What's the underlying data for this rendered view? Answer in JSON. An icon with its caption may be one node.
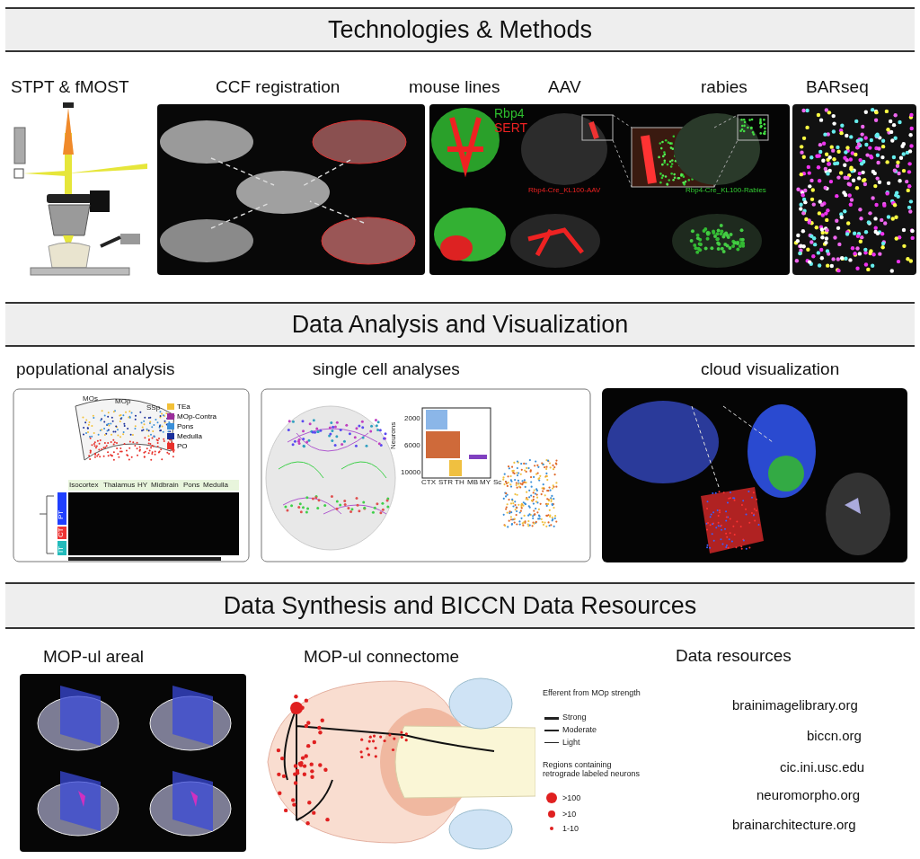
{
  "diagram": {
    "nodes": [
      {
        "text": [
          "Technologies & Methods"
        ]
      },
      {
        "text": [
          "STPT & fMOST"
        ]
      },
      {
        "text": [
          "CCF registration"
        ]
      },
      {
        "text": [
          "mouse lines",
          "AAV",
          "rabies"
        ]
      },
      {
        "text": [
          "BARseq"
        ]
      },
      {
        "text": [
          "Data Analysis and Visualization"
        ]
      },
      {
        "text": [
          "populational analysis"
        ]
      },
      {
        "text": [
          "single cell analyses"
        ]
      },
      {
        "text": [
          "cloud visualization"
        ]
      },
      {
        "text": [
          "Data Synthesis and BICCN Data Resources"
        ]
      },
      {
        "text": [
          "MOP-ul areal"
        ]
      },
      {
        "text": [
          "MOP-ul connectome"
        ]
      }
    ],
    "labels": [
      "Rbp4",
      "SERT",
      "Rbp4-Cre_KL100-AAV",
      "Rbp4-Cre_KL100-Rabies",
      "MOs",
      "MOp",
      "SSp",
      "Isocortex",
      "Thalamus",
      "HY",
      "Midbrain",
      "Pons",
      "Medulla",
      "PT",
      "CT",
      "IT",
      "Neurons",
      "2000",
      "6000",
      "10000",
      "CTX",
      "STR",
      "TH",
      "MB",
      "MY",
      "Sc",
      "Efferent from MOp strength",
      "Strong",
      "Moderate",
      "Light",
      "Regions containing retrograde labeled neurons",
      ">100",
      ">10",
      "1-10",
      "Data resources",
      "brainimagelibrary.org",
      "biccn.org",
      "cic.ini.usc.edu",
      "neuromorpho.org",
      "brainarchitecture.org"
    ],
    "legend": [
      {
        "text": "TEa",
        "color": "#f2c037"
      },
      {
        "text": "MOp-Contra",
        "color": "#9b2d9b"
      },
      {
        "text": "Pons",
        "color": "#3a8fd8"
      },
      {
        "text": "Medulla",
        "color": "#1a2f9a"
      },
      {
        "text": "PO",
        "color": "#e8302a"
      }
    ]
  }
}
